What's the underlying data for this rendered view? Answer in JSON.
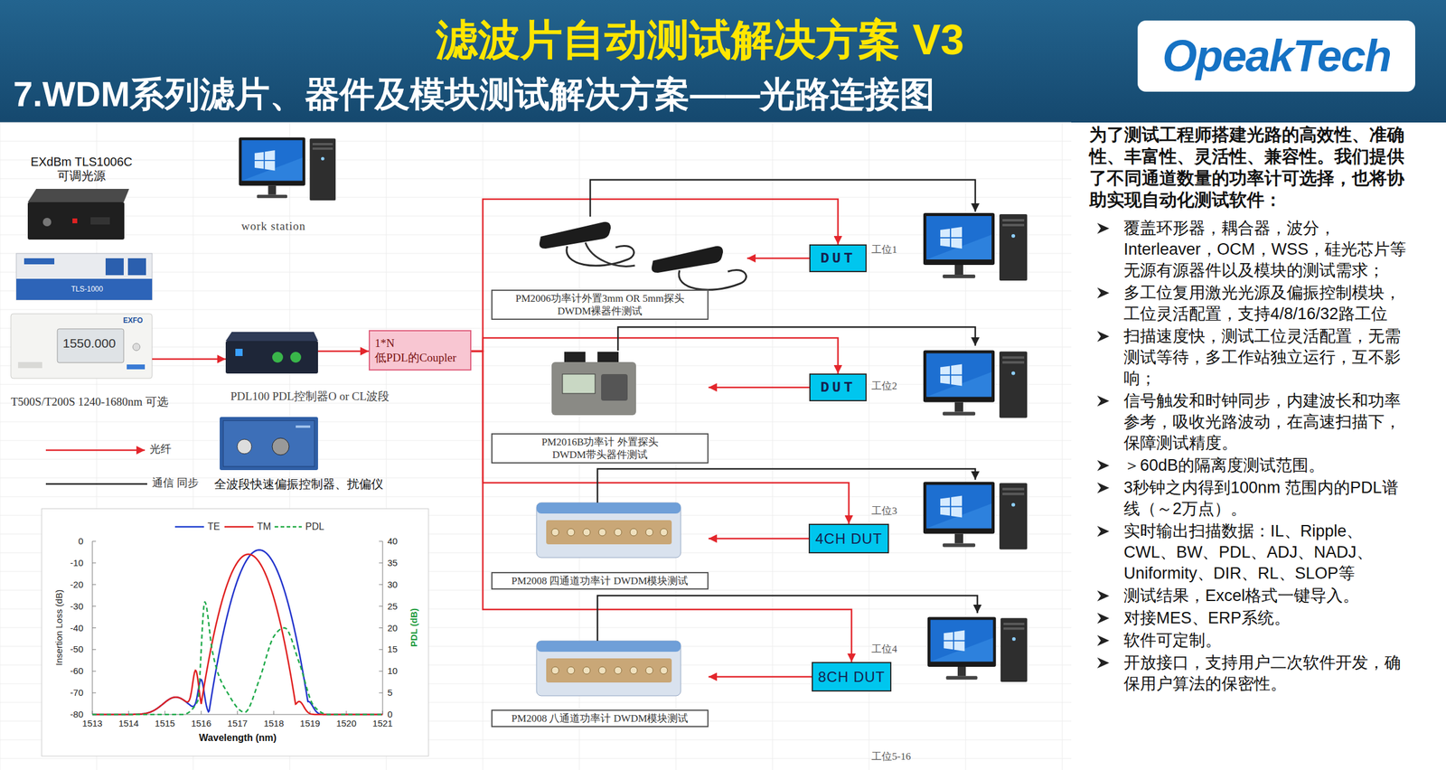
{
  "diagram": {
    "title": "滤波片自动测试解决方案 V3",
    "nodes": [
      {
        "text": [
          "EXdBm TLS1006C 可调光源",
          "T500S/T200S 1240-1680nm 可选"
        ]
      },
      {
        "text": [
          "work station"
        ]
      },
      {
        "text": [
          "PDL100 PDL控制器O or CL波段"
        ]
      },
      {
        "text": [
          "1*N 低PDL的Coupler"
        ]
      },
      {
        "text": [
          "全波段快速偏振控制器、扰偏仪"
        ]
      },
      {
        "text": [
          "PM2006功率计外置3mm OR 5mm探头 DWDM裸器件测试"
        ]
      },
      {
        "text": [
          "DUT"
        ]
      },
      {
        "text": [
          "工位1"
        ]
      },
      {
        "text": [
          "PM2016B功率计 外置探头 DWDM带头器件测试"
        ]
      },
      {
        "text": [
          "DUT"
        ]
      },
      {
        "text": [
          "工位2"
        ]
      },
      {
        "text": [
          "PM2008 四通道功率计 DWDM模块测试"
        ]
      },
      {
        "text": [
          "4CH DUT"
        ]
      },
      {
        "text": [
          "工位3"
        ]
      },
      {
        "text": [
          "PM2008 八通道功率计 DWDM模块测试"
        ]
      },
      {
        "text": [
          "8CH DUT"
        ]
      },
      {
        "text": [
          "工位4"
        ]
      }
    ],
    "edges": [
      {
        "from": 0,
        "to": 2,
        "arrow": "to"
      },
      {
        "from": 2,
        "to": 3,
        "arrow": "to"
      },
      {
        "from": 3,
        "to": 6,
        "arrow": "to"
      },
      {
        "from": 3,
        "to": 9,
        "arrow": "to"
      },
      {
        "from": 3,
        "to": 12,
        "arrow": "to"
      },
      {
        "from": 3,
        "to": 15,
        "arrow": "to"
      },
      {
        "from": 6,
        "to": 5,
        "arrow": "to"
      },
      {
        "from": 9,
        "to": 8,
        "arrow": "to"
      },
      {
        "from": 12,
        "to": 11,
        "arrow": "to"
      },
      {
        "from": 15,
        "to": 14,
        "arrow": "to"
      },
      {
        "from": 5,
        "to": 7,
        "arrow": "to"
      },
      {
        "from": 8,
        "to": 10,
        "arrow": "to"
      },
      {
        "from": 11,
        "to": 13,
        "arrow": "to"
      },
      {
        "from": 14,
        "to": 16,
        "arrow": "to"
      }
    ],
    "labels": [
      "7.WDM系列滤片、器件及模块测试解决方案——光路连接图",
      "OpeakTech",
      "EXFO",
      "1550.000",
      "TLS-1000",
      "为了测试工程师搭建光路的高效性、准确性、丰富性、灵活性、兼容性。我们提供了不同通道数量的功率计可选择，也将协助实现自动化测试软件：",
      "覆盖环形器，耦合器，波分，Interleaver，OCM，WSS，硅光芯片等无源有源器件以及模块的测试需求；",
      "多工位复用激光光源及偏振控制模块，工位灵活配置，支持4/8/16/32路工位",
      "扫描速度快，测试工位灵活配置，无需测试等待，多工作站独立运行，互不影响；",
      "信号触发和时钟同步，内建波长和功率参考，吸收光路波动，在高速扫描下，保障测试精度。",
      "＞60dB的隔离度测试范围。",
      "3秒钟之内得到100nm 范围内的PDL谱线（～2万点）。",
      "实时输出扫描数据：IL、Ripple、CWL、BW、PDL、ADJ、NADJ、Uniformity、DIR、RL、SLOP等",
      "测试结果，Excel格式一键导入。",
      "对接MES、ERP系统。",
      "软件可定制。",
      "开放接口，支持用户二次软件开发，确保用户算法的保密性。",
      "工位5-16",
      "0",
      "-10",
      "-20",
      "-30",
      "-40",
      "-50",
      "-60",
      "-70",
      "-80",
      "40",
      "35",
      "30",
      "25",
      "20",
      "15",
      "10",
      "5",
      "0",
      "1513",
      "1514",
      "1515",
      "1516",
      "1517",
      "1518",
      "1519",
      "1520",
      "1521",
      "Insertion Loss (dB)",
      "PDL (dB)",
      "Wavelength (nm)"
    ],
    "legend": [
      {
        "text": "光纤"
      },
      {
        "text": "通信 同步"
      },
      {
        "text": "TE"
      },
      {
        "text": "TM"
      },
      {
        "text": "PDL"
      }
    ]
  }
}
